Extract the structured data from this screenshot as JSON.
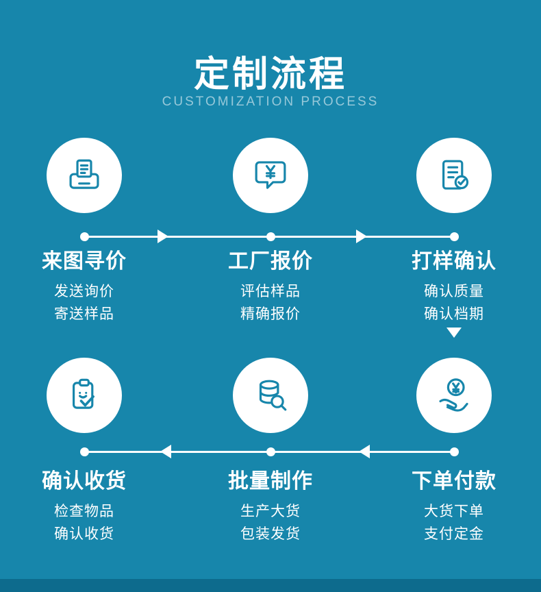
{
  "colors": {
    "background": "#1786ab",
    "bottom_strip": "#0d6b8d",
    "text": "#ffffff",
    "icon": "#1786ab"
  },
  "header": {
    "title": "定制流程",
    "subtitle": "CUSTOMIZATION PROCESS"
  },
  "steps": [
    {
      "title": "来图寻价",
      "lines": [
        "发送询价",
        "寄送样品"
      ],
      "icon": "fax-document-icon"
    },
    {
      "title": "工厂报价",
      "lines": [
        "评估样品",
        "精确报价"
      ],
      "icon": "price-quote-bubble-icon"
    },
    {
      "title": "打样确认",
      "lines": [
        "确认质量",
        "确认档期"
      ],
      "icon": "document-check-icon"
    },
    {
      "title": "下单付款",
      "lines": [
        "大货下单",
        "支付定金"
      ],
      "icon": "hand-coin-payment-icon"
    },
    {
      "title": "批量制作",
      "lines": [
        "生产大货",
        "包装发货"
      ],
      "icon": "database-search-icon"
    },
    {
      "title": "确认收货",
      "lines": [
        "检查物品",
        "确认收货"
      ],
      "icon": "clipboard-check-icon"
    }
  ]
}
